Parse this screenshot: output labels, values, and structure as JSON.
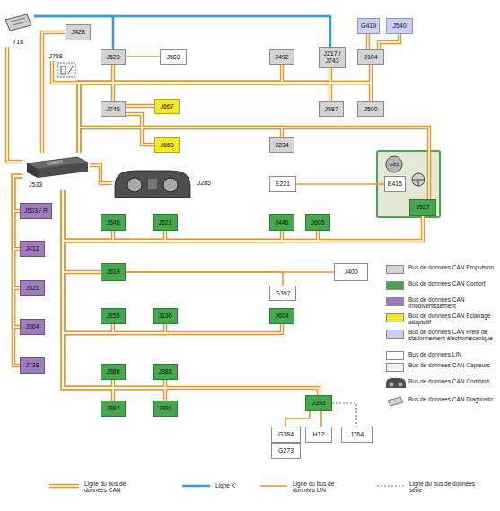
{
  "diagram": {
    "nodes": [
      {
        "text": [
          "T16"
        ]
      },
      {
        "text": [
          "J428"
        ]
      },
      {
        "text": [
          "G419"
        ]
      },
      {
        "text": [
          "J540"
        ]
      },
      {
        "text": [
          "J623"
        ]
      },
      {
        "text": [
          "J583"
        ]
      },
      {
        "text": [
          "J492"
        ]
      },
      {
        "text": [
          "J217 / J743"
        ]
      },
      {
        "text": [
          "J104"
        ]
      },
      {
        "text": [
          "J788"
        ]
      },
      {
        "text": [
          "J745"
        ]
      },
      {
        "text": [
          "J667"
        ]
      },
      {
        "text": [
          "J587"
        ]
      },
      {
        "text": [
          "J500"
        ]
      },
      {
        "text": [
          "J668"
        ]
      },
      {
        "text": [
          "J234"
        ]
      },
      {
        "text": [
          "G85"
        ]
      },
      {
        "text": [
          "J533"
        ]
      },
      {
        "text": [
          "J285"
        ]
      },
      {
        "text": [
          "E221"
        ]
      },
      {
        "text": [
          "E415"
        ]
      },
      {
        "text": [
          "J527"
        ]
      },
      {
        "text": [
          "J503 / R"
        ]
      },
      {
        "text": [
          "J345"
        ]
      },
      {
        "text": [
          "J521"
        ]
      },
      {
        "text": [
          "J446"
        ]
      },
      {
        "text": [
          "J605"
        ]
      },
      {
        "text": [
          "J412"
        ]
      },
      {
        "text": [
          "J519"
        ]
      },
      {
        "text": [
          "J400"
        ]
      },
      {
        "text": [
          "G397"
        ]
      },
      {
        "text": [
          "J525"
        ]
      },
      {
        "text": [
          "J255"
        ]
      },
      {
        "text": [
          "J136"
        ]
      },
      {
        "text": [
          "J604"
        ]
      },
      {
        "text": [
          "J364"
        ]
      },
      {
        "text": [
          "J738"
        ]
      },
      {
        "text": [
          "J386"
        ]
      },
      {
        "text": [
          "J388"
        ]
      },
      {
        "text": [
          "J393"
        ]
      },
      {
        "text": [
          "J387"
        ]
      },
      {
        "text": [
          "J389"
        ]
      },
      {
        "text": [
          "G384"
        ]
      },
      {
        "text": [
          "H12"
        ]
      },
      {
        "text": [
          "J764"
        ]
      },
      {
        "text": [
          "G273"
        ]
      }
    ],
    "edges": [
      {
        "from": 0,
        "to": 4,
        "arrow": "none"
      },
      {
        "from": 0,
        "to": 7,
        "arrow": "none"
      },
      {
        "from": 0,
        "to": 17,
        "arrow": "none"
      },
      {
        "from": 1,
        "to": 17,
        "arrow": "none"
      },
      {
        "from": 9,
        "to": 17,
        "arrow": "none"
      },
      {
        "from": 4,
        "to": 17,
        "arrow": "none"
      },
      {
        "from": 4,
        "to": 5,
        "arrow": "none"
      },
      {
        "from": 6,
        "to": 17,
        "arrow": "none"
      },
      {
        "from": 7,
        "to": 17,
        "arrow": "none"
      },
      {
        "from": 8,
        "to": 17,
        "arrow": "none"
      },
      {
        "from": 2,
        "to": 8,
        "arrow": "none"
      },
      {
        "from": 3,
        "to": 8,
        "arrow": "none"
      },
      {
        "from": 10,
        "to": 17,
        "arrow": "none"
      },
      {
        "from": 10,
        "to": 11,
        "arrow": "none"
      },
      {
        "from": 10,
        "to": 14,
        "arrow": "none"
      },
      {
        "from": 12,
        "to": 17,
        "arrow": "none"
      },
      {
        "from": 13,
        "to": 17,
        "arrow": "none"
      },
      {
        "from": 15,
        "to": 17,
        "arrow": "none"
      },
      {
        "from": 21,
        "to": 17,
        "arrow": "none"
      },
      {
        "from": 17,
        "to": 18,
        "arrow": "none"
      },
      {
        "from": 19,
        "to": 20,
        "arrow": "none"
      },
      {
        "from": 22,
        "to": 17,
        "arrow": "none"
      },
      {
        "from": 27,
        "to": 17,
        "arrow": "none"
      },
      {
        "from": 31,
        "to": 17,
        "arrow": "none"
      },
      {
        "from": 35,
        "to": 17,
        "arrow": "none"
      },
      {
        "from": 36,
        "to": 17,
        "arrow": "none"
      },
      {
        "from": 23,
        "to": 17,
        "arrow": "none"
      },
      {
        "from": 24,
        "to": 17,
        "arrow": "none"
      },
      {
        "from": 25,
        "to": 17,
        "arrow": "none"
      },
      {
        "from": 26,
        "to": 17,
        "arrow": "none"
      },
      {
        "from": 21,
        "to": 17,
        "arrow": "none"
      },
      {
        "from": 28,
        "to": 17,
        "arrow": "none"
      },
      {
        "from": 28,
        "to": 29,
        "arrow": "none"
      },
      {
        "from": 28,
        "to": 30,
        "arrow": "none"
      },
      {
        "from": 32,
        "to": 17,
        "arrow": "none"
      },
      {
        "from": 33,
        "to": 17,
        "arrow": "none"
      },
      {
        "from": 34,
        "to": 17,
        "arrow": "none"
      },
      {
        "from": 37,
        "to": 17,
        "arrow": "none"
      },
      {
        "from": 38,
        "to": 17,
        "arrow": "none"
      },
      {
        "from": 40,
        "to": 17,
        "arrow": "none"
      },
      {
        "from": 41,
        "to": 17,
        "arrow": "none"
      },
      {
        "from": 39,
        "to": 17,
        "arrow": "none"
      },
      {
        "from": 39,
        "to": 42,
        "arrow": "none"
      },
      {
        "from": 39,
        "to": 43,
        "arrow": "none"
      },
      {
        "from": 39,
        "to": 44,
        "arrow": "none"
      }
    ],
    "legend": [
      {
        "text": "Bus de données CAN Propulsion",
        "color": "#d4d4d4"
      },
      {
        "text": "Bus de données CAN Confort",
        "color": "#45a84f"
      },
      {
        "text": "Bus de données CAN Infodivertissement",
        "color": "#a07bbd"
      },
      {
        "text": "Bus de données CAN Eclairage adaptatif",
        "color": "#f6e62c"
      },
      {
        "text": "Bus de données CAN Frein de stationnement électromécanique",
        "color": "#c9d1f2"
      },
      {
        "text": "Bus de données LIN",
        "color": "#ffffff"
      },
      {
        "text": "Bus de données CAN Capteurs",
        "color": "#f4f4f4"
      },
      {
        "text": "Bus de données CAN Combiné"
      },
      {
        "text": "Bus de données CAN Diagnostic"
      },
      {
        "text": "Ligne du bus de données CAN"
      },
      {
        "text": "Ligne K"
      },
      {
        "text": "Ligne du bus de données LIN"
      },
      {
        "text": "Ligne du bus de données série"
      }
    ]
  }
}
